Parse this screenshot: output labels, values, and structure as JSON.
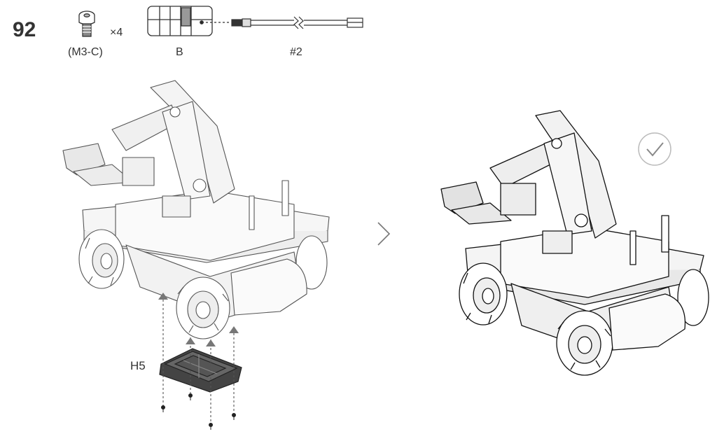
{
  "step": {
    "number": "92"
  },
  "parts": {
    "screw": {
      "code": "(M3-C)",
      "quantity": "×4",
      "icon": "screw-icon"
    },
    "box": {
      "label": "B",
      "icon": "parts-box-icon"
    },
    "tool": {
      "label": "#2",
      "icon": "screwdriver-icon"
    }
  },
  "assembly": {
    "component_label": "H5"
  },
  "navigation": {
    "next_icon": "chevron-right-icon"
  },
  "status": {
    "icon": "checkmark-icon"
  }
}
